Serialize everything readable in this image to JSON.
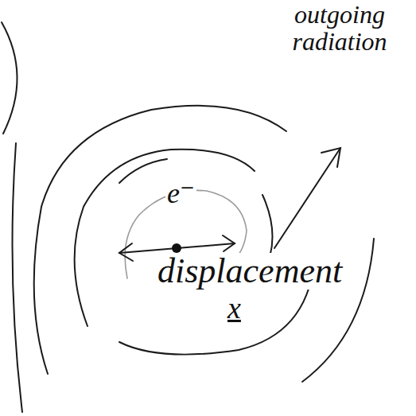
{
  "diagram": {
    "labels": [
      "outgoing radiation",
      "e⁻",
      "displacement",
      "x"
    ]
  }
}
